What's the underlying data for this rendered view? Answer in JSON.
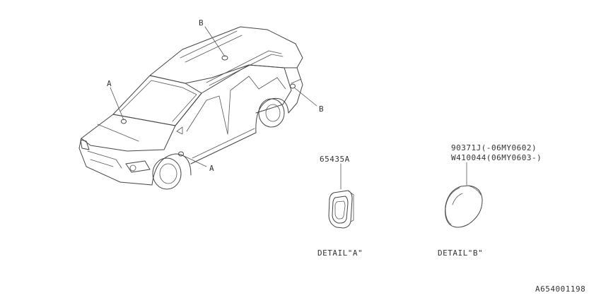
{
  "callouts": {
    "a_top": "A",
    "a_bottom": "A",
    "b_top": "B",
    "b_right": "B"
  },
  "parts": {
    "part_a": "65435A",
    "part_b_line1": "90371J(-06MY0602)",
    "part_b_line2": "W410044(06MY0603-)"
  },
  "details": {
    "detail_a": "DETAIL\"A\"",
    "detail_b": "DETAIL\"B\""
  },
  "figure_id": "A654001198"
}
